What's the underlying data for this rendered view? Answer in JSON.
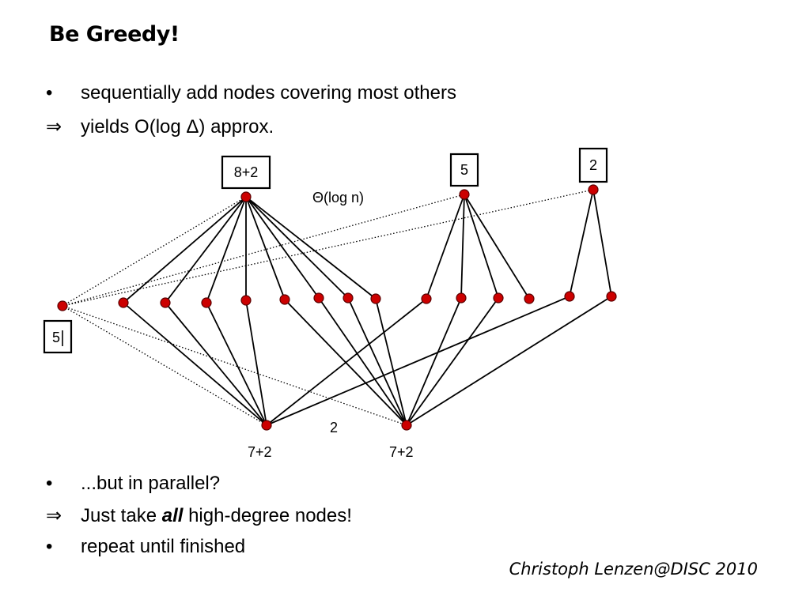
{
  "slide": {
    "title": "Be Greedy!",
    "bullets_top": [
      {
        "marker": "•",
        "text": "sequentially add nodes covering most others"
      },
      {
        "marker": "⇒",
        "text": "yields O(log Δ) approx."
      }
    ],
    "bullets_bottom": [
      {
        "marker": "•",
        "text": "...but in parallel?"
      },
      {
        "marker": "⇒",
        "pre": "Just take ",
        "emph": "all",
        "post": " high-degree nodes!"
      },
      {
        "marker": "•",
        "text": "repeat until finished"
      }
    ],
    "footer": "Christoph Lenzen@DISC 2010"
  },
  "diagram": {
    "node_color": "#cc0000",
    "box_labels": {
      "left_hub": "8+2",
      "mid_hub": "5",
      "right_hub": "2",
      "far_left": "5"
    },
    "annotation_theta": "Θ(log n)",
    "annotation_two": "2",
    "bottom_label_1": "7+2",
    "bottom_label_2": "7+2"
  }
}
